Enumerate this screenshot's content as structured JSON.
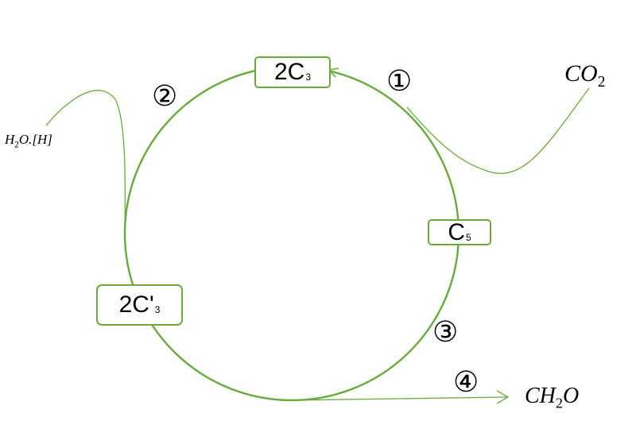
{
  "colors": {
    "line": "#6aaa3c",
    "text": "#000000"
  },
  "boxes": {
    "c3": {
      "main": "2C",
      "sub": "3"
    },
    "c5": {
      "main": "C",
      "sub": "5"
    },
    "c3prime": {
      "main": "2C'",
      "sub": "3"
    }
  },
  "steps": {
    "s1": "①",
    "s2": "②",
    "s3": "③",
    "s4": "④"
  },
  "labels": {
    "co2": {
      "base": "CO",
      "sub": "2"
    },
    "h2o_h": {
      "pre": "H",
      "sub": "2",
      "post": "O.[H]"
    },
    "ch2o": {
      "pre": "CH",
      "sub": "2",
      "post": "O"
    }
  }
}
